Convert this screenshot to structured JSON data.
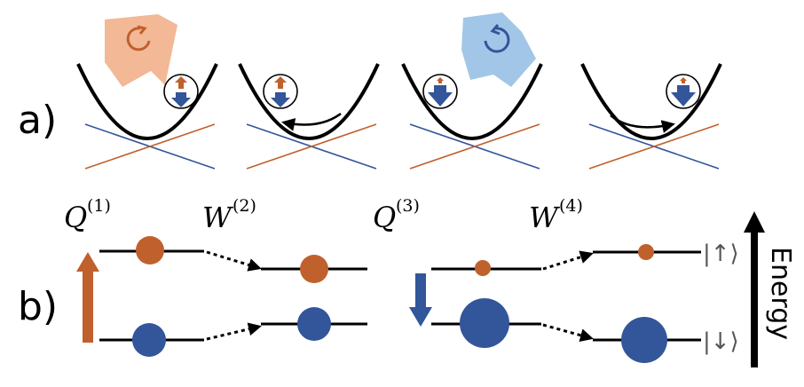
{
  "panel_labels": {
    "a": "a)",
    "b": "b)"
  },
  "steps": [
    {
      "symbol": "Q",
      "superscript": "(1)"
    },
    {
      "symbol": "W",
      "superscript": "(2)"
    },
    {
      "symbol": "Q",
      "superscript": "(3)"
    },
    {
      "symbol": "W",
      "superscript": "(4)"
    }
  ],
  "state_labels": {
    "up": "|↑⟩",
    "down": "|↓⟩"
  },
  "energy_label": "Energy",
  "colors": {
    "orange": "#c0602c",
    "blue": "#33559a",
    "orange_light": "#f2b08a",
    "blue_light": "#9dc3e6",
    "black": "#000000"
  }
}
